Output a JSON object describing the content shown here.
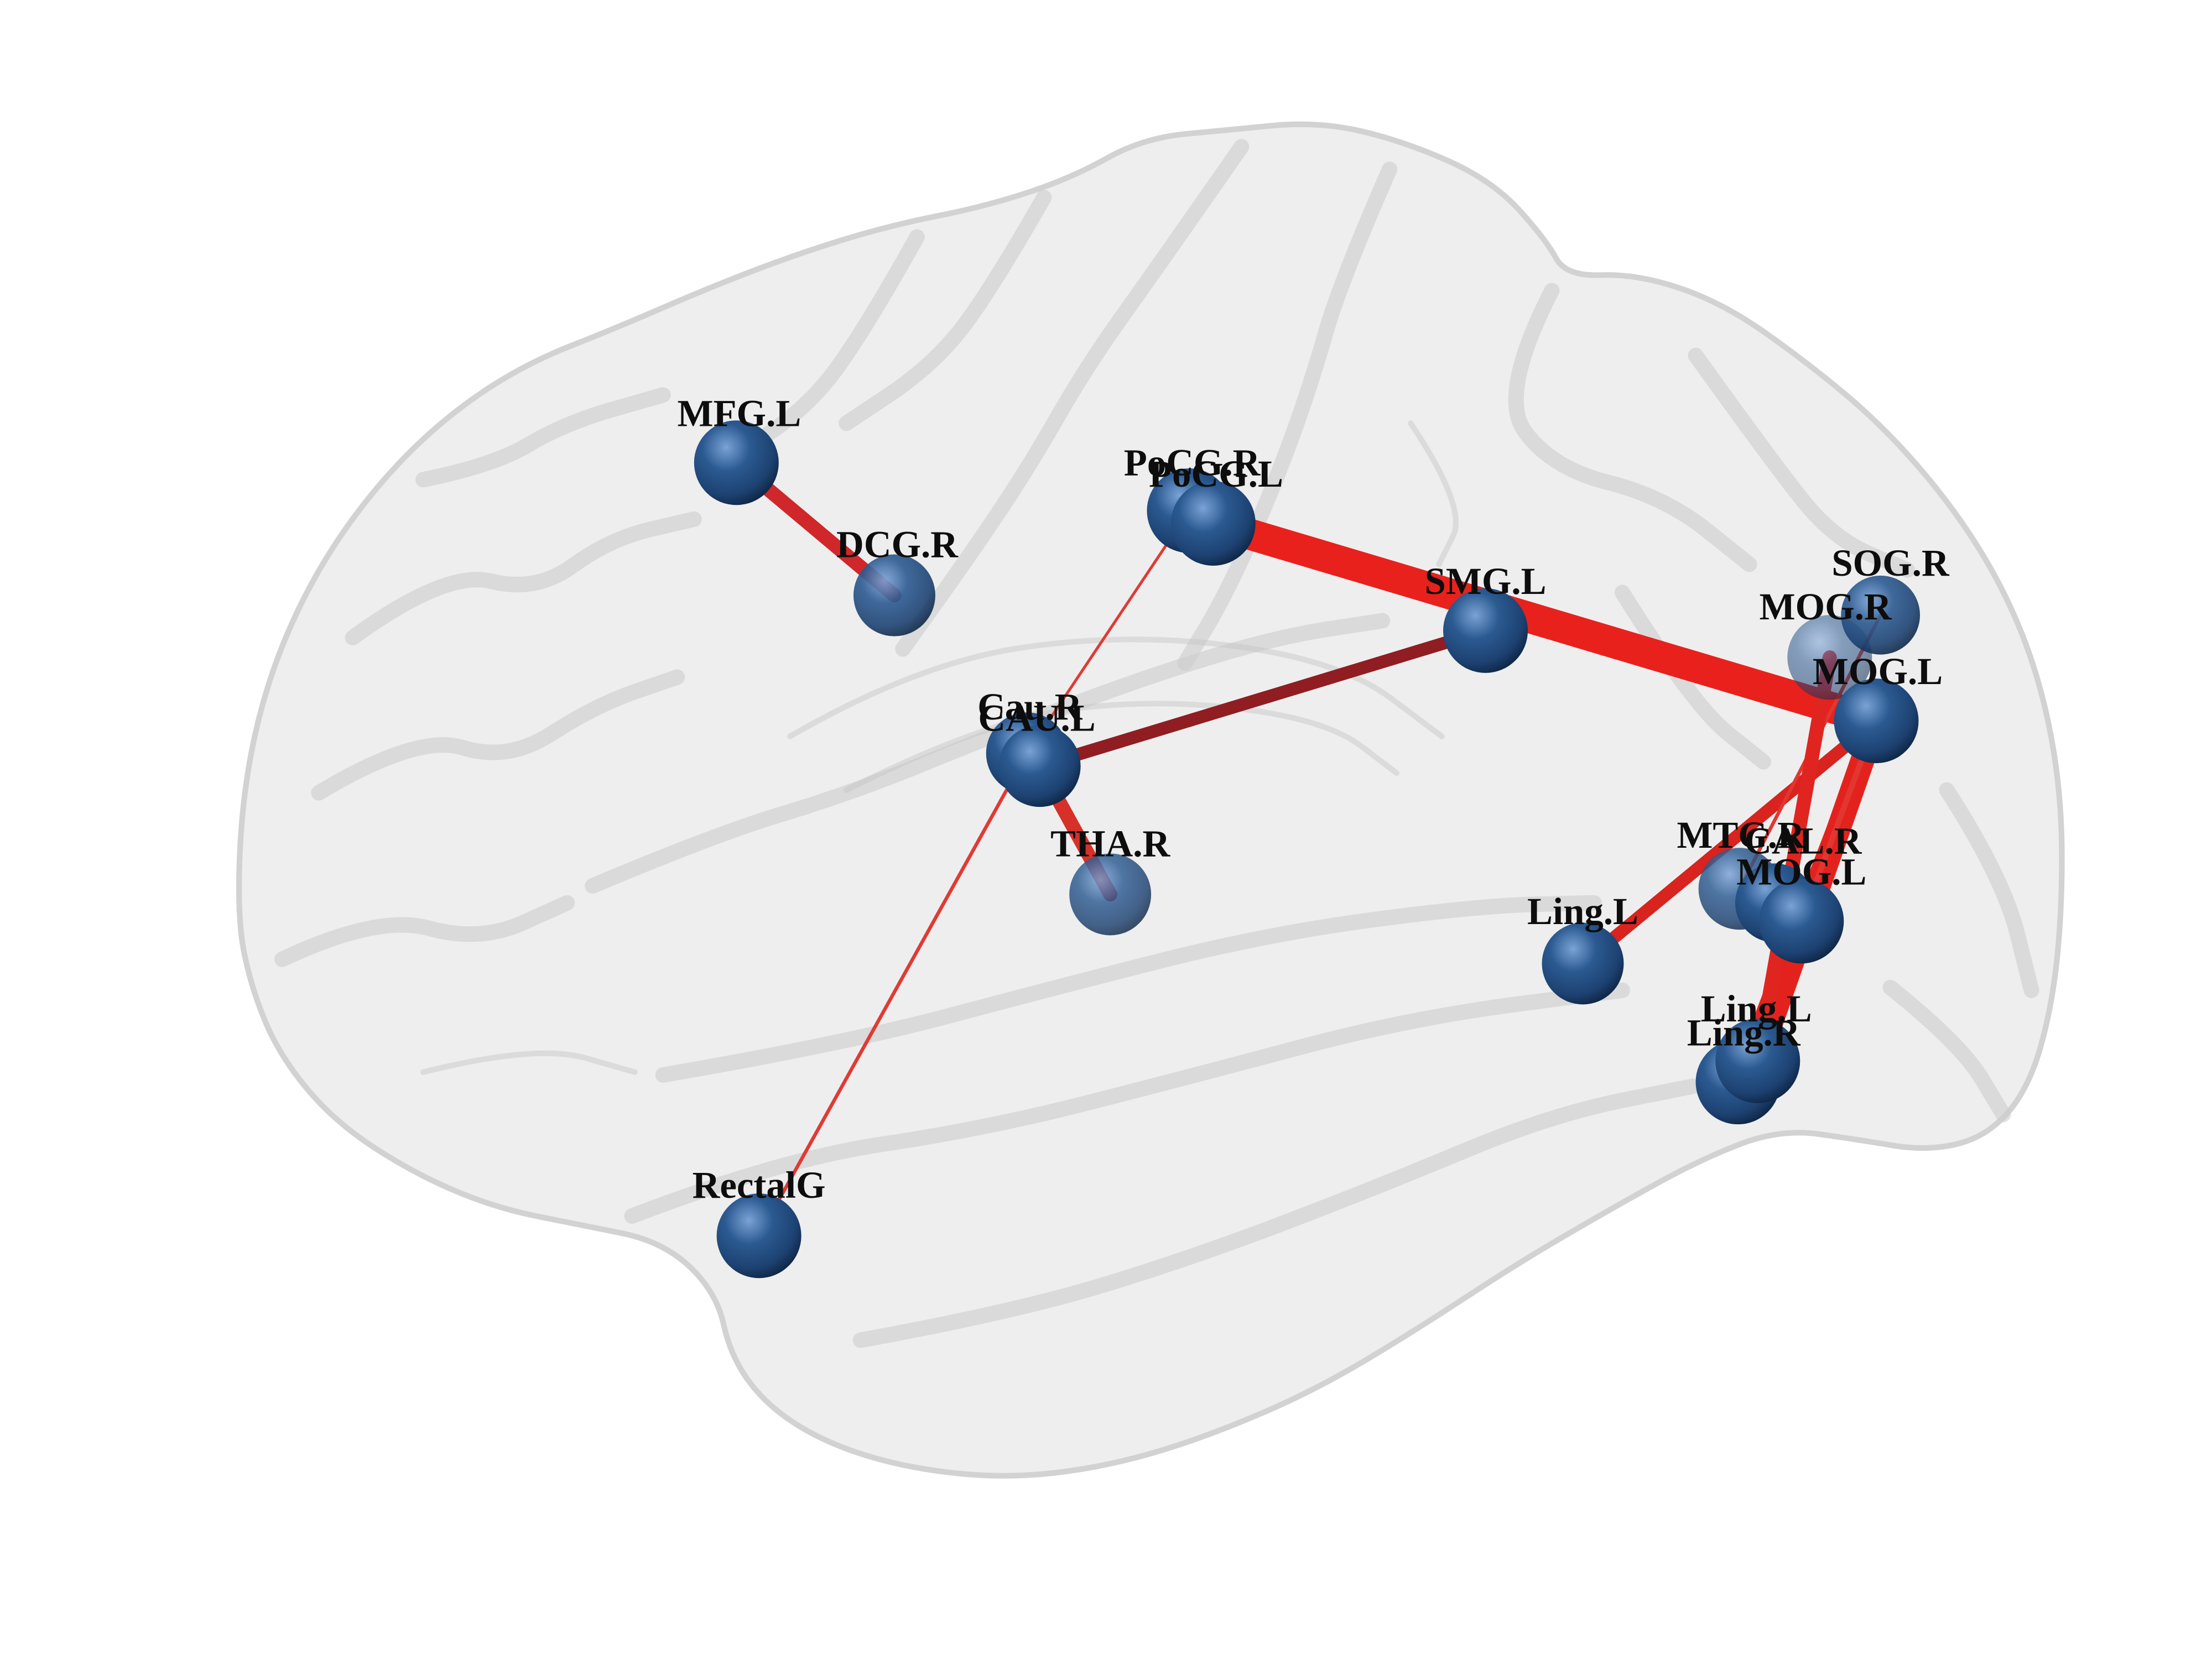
{
  "figure": {
    "nodes": [
      {
        "label": "MFG.L"
      },
      {
        "label": "DCG.R"
      },
      {
        "label": "PoCG.R"
      },
      {
        "label": "PoCG.L"
      },
      {
        "label": "SMG.L"
      },
      {
        "label": "Cau.R"
      },
      {
        "label": "CAU.L"
      },
      {
        "label": "THA.R"
      },
      {
        "label": "RectalG"
      },
      {
        "label": "SOG.R"
      },
      {
        "label": "MOG.R"
      },
      {
        "label": "MOG.L"
      },
      {
        "label": "MTG.R"
      },
      {
        "label": "CAL.R"
      },
      {
        "label": "MOG.L"
      },
      {
        "label": "Ling.L"
      },
      {
        "label": "Ling.L"
      },
      {
        "label": "Ling.R"
      }
    ],
    "edges": [
      {
        "from": 0,
        "to": 1,
        "color": "#d0272a"
      },
      {
        "from": 3,
        "to": 11,
        "color": "#e8211c"
      },
      {
        "from": 4,
        "to": 6,
        "color": "#8f1d22"
      },
      {
        "from": 6,
        "to": 7,
        "color": "#d63129"
      },
      {
        "from": 2,
        "to": 5,
        "color": "#e03a34"
      },
      {
        "from": 5,
        "to": 8,
        "color": "#e03a34"
      },
      {
        "from": 11,
        "to": 15,
        "color": "#d8231f"
      },
      {
        "from": 11,
        "to": 16,
        "color": "#e4221d"
      },
      {
        "from": 11,
        "to": 17,
        "color": "#e4221d"
      },
      {
        "from": 11,
        "to": 14,
        "color": "#e23631"
      },
      {
        "from": 9,
        "to": 12,
        "color": "#e23631"
      },
      {
        "from": 10,
        "to": 16,
        "color": "#e02520"
      }
    ]
  },
  "colors": {
    "node": "#2b5a91",
    "node_highlight": "#7aa3d6",
    "node_shadow": "#10294a",
    "brain_surface": "#ededed",
    "background": "#ffffff"
  }
}
